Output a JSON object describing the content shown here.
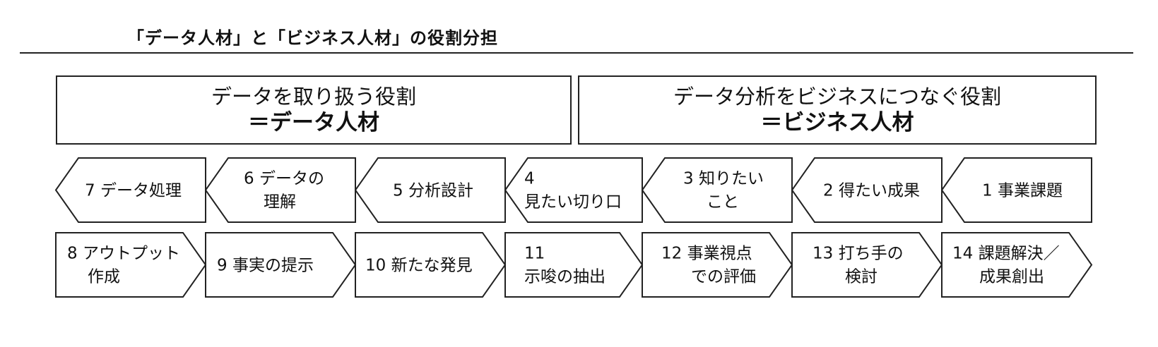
{
  "title": "「データ人材」と「ビジネス人材」の役割分担",
  "roles": [
    {
      "description": "データを取り扱う役割",
      "name": "＝データ人材"
    },
    {
      "description": "データ分析をビジネスにつなぐ役割",
      "name": "＝ビジネス人材"
    }
  ],
  "steps": [
    {
      "number": "1",
      "lines": [
        "1  事業課題"
      ]
    },
    {
      "number": "2",
      "lines": [
        "2  得たい成果"
      ]
    },
    {
      "number": "3",
      "lines": [
        "3  知りたい",
        "こと"
      ]
    },
    {
      "number": "4",
      "lines": [
        "4",
        "見たい切り口"
      ]
    },
    {
      "number": "5",
      "lines": [
        "5  分析設計"
      ]
    },
    {
      "number": "6",
      "lines": [
        "6  データの",
        "理解"
      ]
    },
    {
      "number": "7",
      "lines": [
        "7  データ処理"
      ]
    },
    {
      "number": "8",
      "lines": [
        "8  アウトプット",
        "作成"
      ]
    },
    {
      "number": "9",
      "lines": [
        "9  事実の提示"
      ]
    },
    {
      "number": "10",
      "lines": [
        "10  新たな発見"
      ]
    },
    {
      "number": "11",
      "lines": [
        "11",
        "示唆の抽出"
      ]
    },
    {
      "number": "12",
      "lines": [
        "12  事業視点",
        "での評価"
      ]
    },
    {
      "number": "13",
      "lines": [
        "13  打ち手の",
        "検討"
      ]
    },
    {
      "number": "14",
      "lines": [
        "14  課題解決／",
        "成果創出"
      ]
    }
  ]
}
